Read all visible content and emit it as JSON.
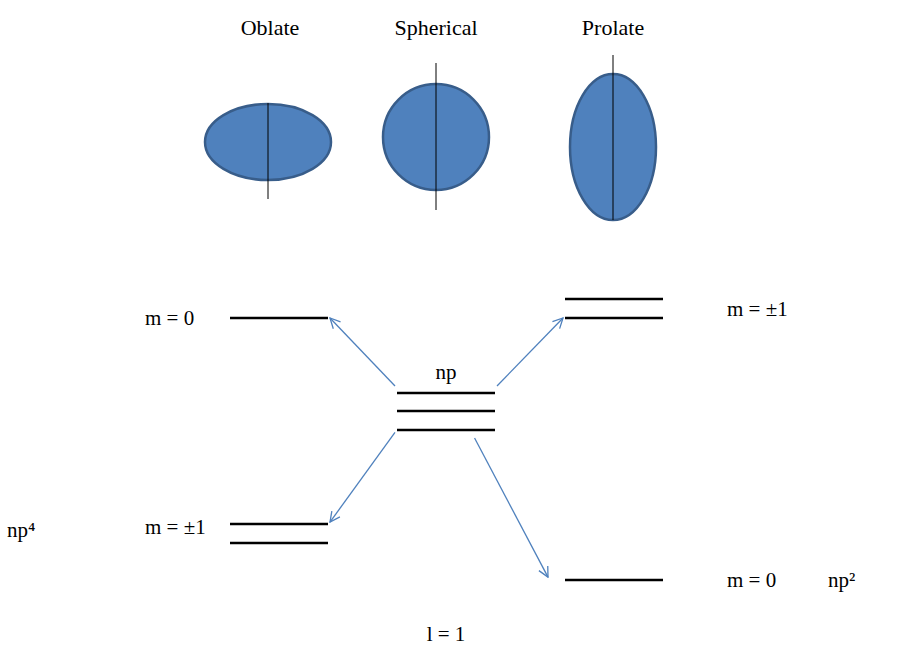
{
  "diagram": {
    "nodes": [
      {
        "text": [
          "Oblate"
        ]
      },
      {
        "text": [
          "Spherical"
        ]
      },
      {
        "text": [
          "Prolate"
        ]
      },
      {
        "text": [
          "m = 0"
        ]
      },
      {
        "text": [
          "np"
        ]
      },
      {
        "text": [
          "m = ±1"
        ]
      },
      {
        "text": [
          "np⁴",
          "m = ±1"
        ]
      },
      {
        "text": [
          "m = 0",
          "np²"
        ]
      }
    ],
    "edges": [
      {
        "from": 4,
        "to": 3,
        "arrow": "to"
      },
      {
        "from": 4,
        "to": 5,
        "arrow": "to"
      },
      {
        "from": 4,
        "to": 6,
        "arrow": "to"
      },
      {
        "from": 4,
        "to": 7,
        "arrow": "to"
      }
    ],
    "labels": [
      "l = 1"
    ]
  }
}
